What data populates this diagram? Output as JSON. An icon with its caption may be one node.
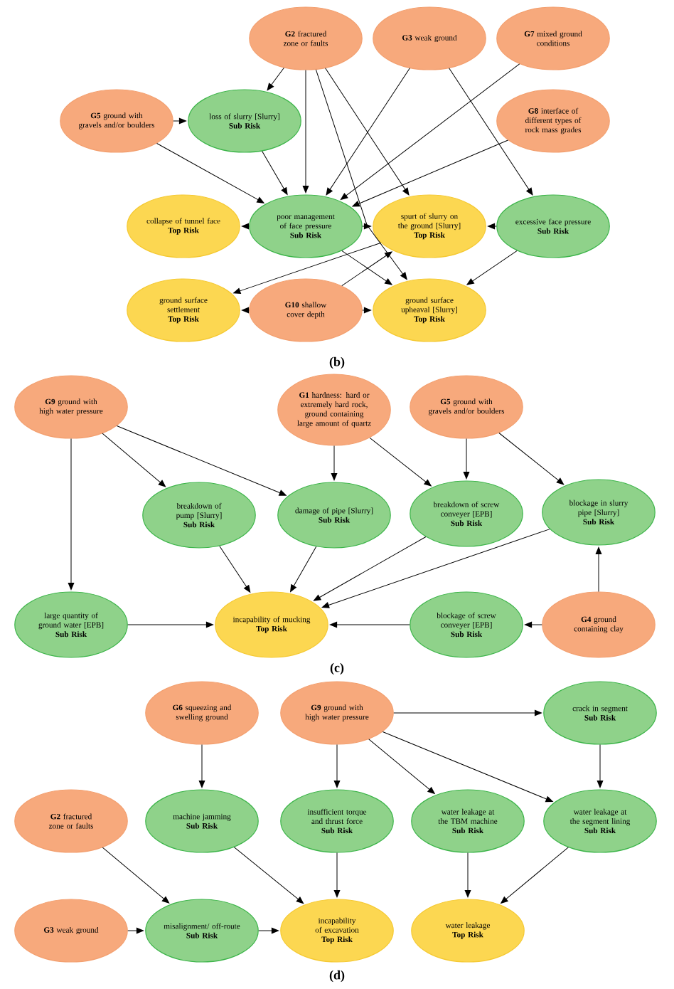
{
  "diagram": {
    "nodes": [
      {
        "text": [
          "**G2** fractured zone or faults"
        ]
      },
      {
        "text": [
          "**G3** weak ground"
        ]
      },
      {
        "text": [
          "**G7** mixed ground conditions"
        ]
      },
      {
        "text": [
          "**G5** ground with gravels and/or boulders"
        ]
      },
      {
        "text": [
          "loss of slurry [Slurry]",
          "Sub Risk"
        ]
      },
      {
        "text": [
          "**G8** interface of different types of rock mass grades"
        ]
      },
      {
        "text": [
          "collapse of tunnel face",
          "Top Risk"
        ]
      },
      {
        "text": [
          "poor management of face pressure",
          "Sub Risk"
        ]
      },
      {
        "text": [
          "spurt of slurry on the ground [Slurry]",
          "Top Risk"
        ]
      },
      {
        "text": [
          "excessive face pressure",
          "Sub Risk"
        ]
      },
      {
        "text": [
          "ground surface settlement",
          "Top Risk"
        ]
      },
      {
        "text": [
          "**G10** shallow cover depth"
        ]
      },
      {
        "text": [
          "ground surface upheaval [Slurry]",
          "Top Risk"
        ]
      },
      {
        "text": [
          "**G9** ground with high water pressure"
        ]
      },
      {
        "text": [
          "**G1** hardness: hard or extremely hard rock, ground containing large amount of quartz"
        ]
      },
      {
        "text": [
          "**G5** ground with gravels and/or boulders"
        ]
      },
      {
        "text": [
          "breakdown of pump [Slurry]",
          "Sub Risk"
        ]
      },
      {
        "text": [
          "damage of pipe [Slurry]",
          "Sub Risk"
        ]
      },
      {
        "text": [
          "breakdown of screw conveyer [EPB]",
          "Sub Risk"
        ]
      },
      {
        "text": [
          "blockage in slurry pipe [Slurry]",
          "Sub Risk"
        ]
      },
      {
        "text": [
          "large quantity of ground water [EPB]",
          "Sub Risk"
        ]
      },
      {
        "text": [
          "incapability of mucking",
          "Top Risk"
        ]
      },
      {
        "text": [
          "blockage of screw conveyer [EPB]",
          "Sub Risk"
        ]
      },
      {
        "text": [
          "**G4** ground containing clay"
        ]
      },
      {
        "text": [
          "**G6** squeezing and swelling ground"
        ]
      },
      {
        "text": [
          "**G9** ground with high water pressure"
        ]
      },
      {
        "text": [
          "crack in segment",
          "Sub Risk"
        ]
      },
      {
        "text": [
          "**G2** fractured zone or faults"
        ]
      },
      {
        "text": [
          "machine jamming",
          "Sub Risk"
        ]
      },
      {
        "text": [
          "insufficient torque and thrust force",
          "Sub Risk"
        ]
      },
      {
        "text": [
          "water leakage at the TBM machine",
          "Sub Risk"
        ]
      },
      {
        "text": [
          "water leakage at the segment lining",
          "Sub Risk"
        ]
      },
      {
        "text": [
          "**G3** weak ground"
        ]
      },
      {
        "text": [
          "misalignment/ off-route",
          "Sub Risk"
        ]
      },
      {
        "text": [
          "incapability of excavation",
          "Top Risk"
        ]
      },
      {
        "text": [
          "water leakage",
          "Top Risk"
        ]
      }
    ],
    "edges": [
      {
        "from": 0,
        "to": 4,
        "arrow": "to"
      },
      {
        "from": 0,
        "to": 7,
        "arrow": "to"
      },
      {
        "from": 0,
        "to": 8,
        "arrow": "to"
      },
      {
        "from": 0,
        "to": 12,
        "arrow": "to"
      },
      {
        "from": 1,
        "to": 7,
        "arrow": "to"
      },
      {
        "from": 1,
        "to": 9,
        "arrow": "to"
      },
      {
        "from": 2,
        "to": 7,
        "arrow": "to"
      },
      {
        "from": 3,
        "to": 4,
        "arrow": "to"
      },
      {
        "from": 3,
        "to": 7,
        "arrow": "to"
      },
      {
        "from": 4,
        "to": 7,
        "arrow": "to"
      },
      {
        "from": 5,
        "to": 7,
        "arrow": "to"
      },
      {
        "from": 7,
        "to": 6,
        "arrow": "to"
      },
      {
        "from": 7,
        "to": 8,
        "arrow": "to"
      },
      {
        "from": 9,
        "to": 8,
        "arrow": "to"
      },
      {
        "from": 7,
        "to": 12,
        "arrow": "to"
      },
      {
        "from": 9,
        "to": 12,
        "arrow": "to"
      },
      {
        "from": 11,
        "to": 8,
        "arrow": "to"
      },
      {
        "from": 8,
        "to": 10,
        "arrow": "to"
      },
      {
        "from": 11,
        "to": 10,
        "arrow": "to"
      },
      {
        "from": 11,
        "to": 12,
        "arrow": "to"
      },
      {
        "from": 13,
        "to": 20,
        "arrow": "to"
      },
      {
        "from": 13,
        "to": 16,
        "arrow": "to"
      },
      {
        "from": 13,
        "to": 17,
        "arrow": "to"
      },
      {
        "from": 14,
        "to": 17,
        "arrow": "to"
      },
      {
        "from": 14,
        "to": 18,
        "arrow": "to"
      },
      {
        "from": 15,
        "to": 18,
        "arrow": "to"
      },
      {
        "from": 15,
        "to": 19,
        "arrow": "to"
      },
      {
        "from": 16,
        "to": 21,
        "arrow": "to"
      },
      {
        "from": 17,
        "to": 21,
        "arrow": "to"
      },
      {
        "from": 18,
        "to": 21,
        "arrow": "to"
      },
      {
        "from": 19,
        "to": 21,
        "arrow": "to"
      },
      {
        "from": 20,
        "to": 21,
        "arrow": "to"
      },
      {
        "from": 22,
        "to": 21,
        "arrow": "to"
      },
      {
        "from": 23,
        "to": 22,
        "arrow": "to"
      },
      {
        "from": 23,
        "to": 19,
        "arrow": "to"
      },
      {
        "from": 25,
        "to": 26,
        "arrow": "to"
      },
      {
        "from": 24,
        "to": 28,
        "arrow": "to"
      },
      {
        "from": 25,
        "to": 29,
        "arrow": "to"
      },
      {
        "from": 25,
        "to": 30,
        "arrow": "to"
      },
      {
        "from": 25,
        "to": 31,
        "arrow": "to"
      },
      {
        "from": 26,
        "to": 31,
        "arrow": "to"
      },
      {
        "from": 27,
        "to": 33,
        "arrow": "to"
      },
      {
        "from": 28,
        "to": 34,
        "arrow": "to"
      },
      {
        "from": 29,
        "to": 34,
        "arrow": "to"
      },
      {
        "from": 30,
        "to": 35,
        "arrow": "to"
      },
      {
        "from": 31,
        "to": 35,
        "arrow": "to"
      },
      {
        "from": 32,
        "to": 33,
        "arrow": "to"
      },
      {
        "from": 33,
        "to": 34,
        "arrow": "to"
      }
    ],
    "labels": [
      "(b)",
      "(c)",
      "(d)"
    ]
  }
}
